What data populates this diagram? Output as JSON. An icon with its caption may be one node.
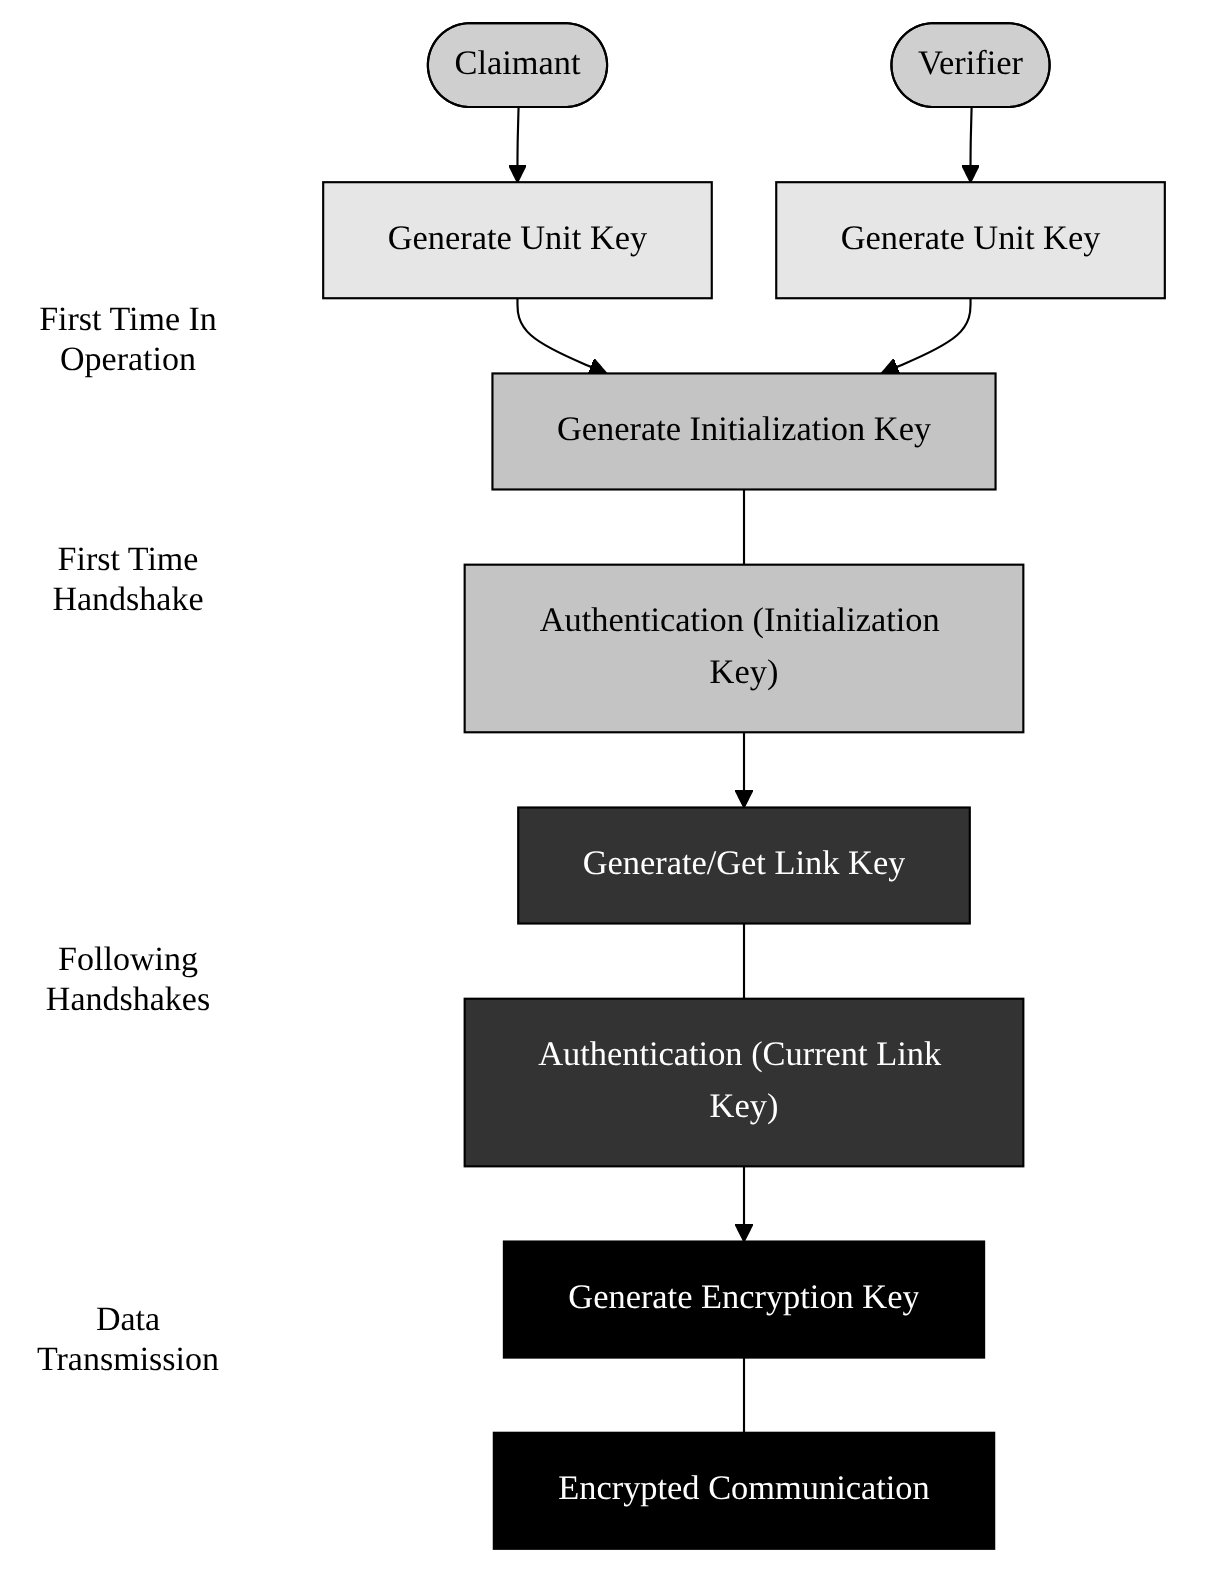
{
  "diagram": {
    "nodes": [
      {
        "text": [
          "Claimant"
        ]
      },
      {
        "text": [
          "Verifier"
        ]
      },
      {
        "text": [
          "Generate Unit Key"
        ]
      },
      {
        "text": [
          "Generate Unit Key"
        ]
      },
      {
        "text": [
          "Generate Initialization Key"
        ]
      },
      {
        "text": [
          "Authentication (Initialization Key)"
        ]
      },
      {
        "text": [
          "Generate/Get Link Key"
        ]
      },
      {
        "text": [
          "Authentication (Current Link Key)"
        ]
      },
      {
        "text": [
          "Generate Encryption Key"
        ]
      },
      {
        "text": [
          "Encrypted Communication"
        ]
      }
    ],
    "edges": [
      {
        "from": 0,
        "to": 2,
        "arrow": "to"
      },
      {
        "from": 1,
        "to": 3,
        "arrow": "to"
      },
      {
        "from": 2,
        "to": 4,
        "arrow": "to"
      },
      {
        "from": 3,
        "to": 4,
        "arrow": "to"
      },
      {
        "from": 4,
        "to": 5,
        "arrow": "none"
      },
      {
        "from": 5,
        "to": 6,
        "arrow": "to"
      },
      {
        "from": 6,
        "to": 7,
        "arrow": "none"
      },
      {
        "from": 7,
        "to": 8,
        "arrow": "to"
      },
      {
        "from": 8,
        "to": 9,
        "arrow": "none"
      }
    ],
    "labels": [
      "First Time In Operation",
      "First Time Handshake",
      "Following Handshakes",
      "Data Transmission"
    ]
  }
}
